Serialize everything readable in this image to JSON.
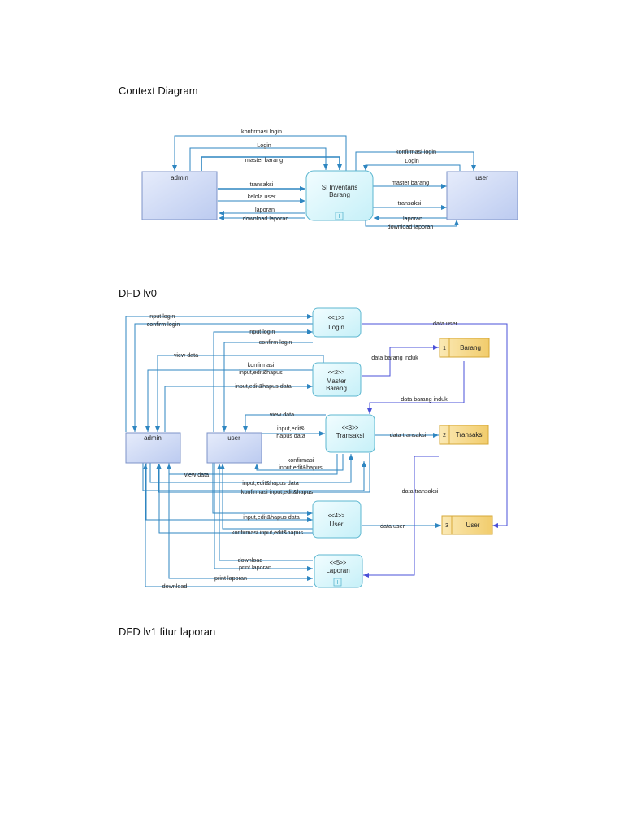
{
  "headings": {
    "context": "Context Diagram",
    "level0": "DFD lv0",
    "level1": "DFD lv1 fitur laporan"
  },
  "context": {
    "entities": {
      "admin": "admin",
      "user": "user"
    },
    "process": {
      "line1": "SI Inventaris",
      "line2": "Barang"
    },
    "flows": {
      "konfirmasi_login_admin": "konfirmasi login",
      "login_admin": "Login",
      "master_barang_admin": "master barang",
      "transaksi_admin": "transaksi",
      "kelola_user": "kelola user",
      "laporan_admin": "laporan",
      "download_laporan_admin": "download laporan",
      "konfirmasi_login_user": "konfirmasi login",
      "login_user": "Login",
      "master_barang_user": "master barang",
      "transaksi_user": "transaksi",
      "laporan_user": "laporan",
      "download_laporan_user": "download laporan"
    }
  },
  "dfd0": {
    "entities": {
      "admin": "admin",
      "user": "user"
    },
    "processes": {
      "login": {
        "num": "<<1>>",
        "name": "Login"
      },
      "master": {
        "num": "<<2>>",
        "name1": "Master",
        "name2": "Barang"
      },
      "transaksi": {
        "num": "<<3>>",
        "name": "Transaksi"
      },
      "user": {
        "num": "<<4>>",
        "name": "User"
      },
      "laporan": {
        "num": "<<5>>",
        "name": "Laporan"
      }
    },
    "stores": {
      "barang": {
        "num": "1",
        "name": "Barang"
      },
      "transaksi": {
        "num": "2",
        "name": "Transaksi"
      },
      "user": {
        "num": "3",
        "name": "User"
      }
    },
    "flows": {
      "input_login_admin": "input login",
      "confirm_login_admin": "confirm login",
      "input_login_user": "input login",
      "confirm_login_user": "confirm login",
      "data_user_login": "data user",
      "view_data_master": "view data",
      "konfirmasi_master_1": "konfirmasi",
      "konfirmasi_master_2": "input,edit&hapus",
      "input_master": "input,edit&hapus data",
      "data_barang_induk_1": "data barang induk",
      "data_barang_induk_2": "data barang induk",
      "view_data_user_trans": "view data",
      "input_user_trans_1": "input,edit&",
      "input_user_trans_2": "hapus data",
      "data_transaksi_store": "data transaksi",
      "konfirmasi_trans_1": "konfirmasi",
      "konfirmasi_trans_2": "input,edit&hapus",
      "view_data_admin_trans": "view data",
      "input_admin_trans": "input,edit&hapus data",
      "konfirmasi_admin_trans": "konfirmasi input,edit&hapus",
      "data_transaksi_laporan": "data transaksi",
      "input_user_proc": "input,edit&hapus data",
      "konfirmasi_user_proc": "konfirmasi input,edit&hapus",
      "data_user_store": "data user",
      "download_user": "download",
      "print_laporan_user": "print laporan",
      "print_laporan_admin": "print laporan",
      "download_admin": "download"
    }
  },
  "colors": {
    "line": "#2e86c1",
    "line_purple": "#4a50d8",
    "entity_fill": "#cdd8f4",
    "process_fill": "#dbf6fb",
    "store_fill": "#f7db86"
  }
}
